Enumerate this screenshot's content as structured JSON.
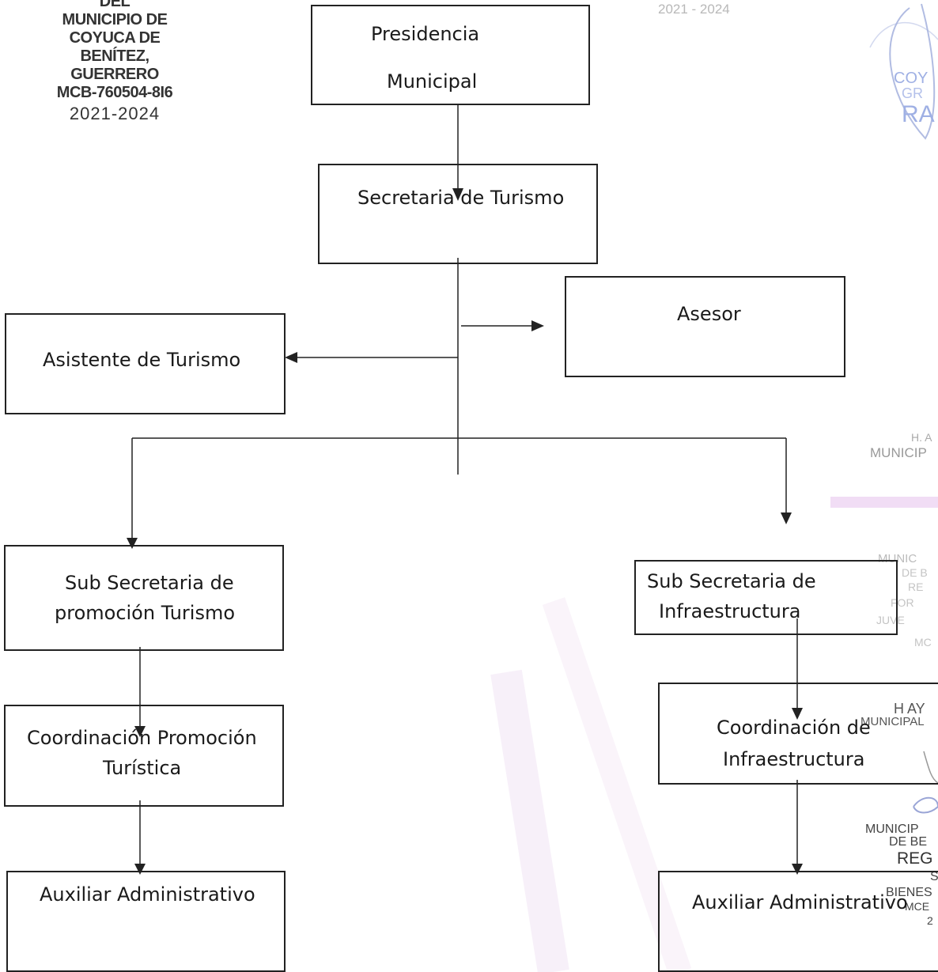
{
  "stamp_left": {
    "line1": "DEL",
    "line2": "MUNICIPIO DE",
    "line3": "COYUCA DE",
    "line4": "BENÍTEZ,",
    "line5": "GUERRERO",
    "line6": "MCB-760504-8I6",
    "line7": "2021-2024"
  },
  "stamp_top": {
    "text": "2021 - 2024"
  },
  "stamp_right": {
    "a": "COY",
    "b": "GR",
    "c": "RA",
    "d": "H. A",
    "e": "MUNICIP",
    "f": "MUNIC",
    "g": "DE B",
    "h": "RE",
    "i": "FOR",
    "j": "JUVE",
    "k": "MC",
    "l": "H AY",
    "m": "MUNICIPAL",
    "n": "MUNICIP",
    "o": "DE BE",
    "p": "REG",
    "q": "S",
    "r": "BIENES",
    "s": "MCE",
    "t": "2"
  },
  "nodes": {
    "presidencia_line1": "Presidencia",
    "presidencia_line2": "Municipal",
    "secretaria": "Secretaria de Turismo",
    "asesor": "Asesor",
    "asistente": "Asistente de Turismo",
    "sub_promocion_line1": "Sub Secretaria de",
    "sub_promocion_line2": "promoción Turismo",
    "sub_infra_line1": "Sub Secretaria de",
    "sub_infra_line2": "Infraestructura",
    "coord_promocion_line1": "Coordinación Promoción",
    "coord_promocion_line2": "Turística",
    "coord_infra_line1": "Coordinación de",
    "coord_infra_line2": "Infraestructura",
    "aux_left": "Auxiliar Administrativo",
    "aux_right": "Auxiliar Administrativo"
  },
  "colors": {
    "line": "#222222",
    "text": "#1a1a1a",
    "stamp_blue": "#7d8fcf",
    "stamp_purple": "#d9b7e6"
  }
}
